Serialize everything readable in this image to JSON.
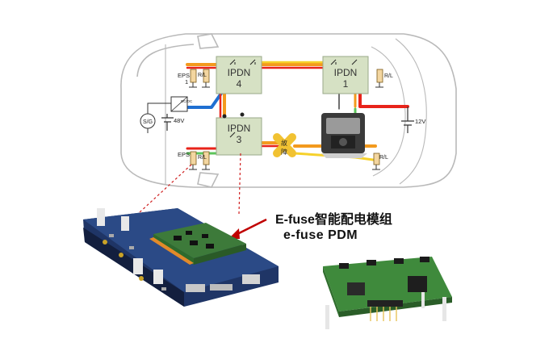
{
  "modules": {
    "ipdn1": {
      "name": "IPDN",
      "num": "1"
    },
    "ipdn3": {
      "name": "IPDN",
      "num": "3"
    },
    "ipdn4": {
      "name": "IPDN",
      "num": "4"
    }
  },
  "loads": {
    "eps_top": "EPS",
    "eps_top_num": "1",
    "eps_mid": "EPS",
    "rl": "R/L"
  },
  "source": {
    "sg": "S/G",
    "v48": "48V",
    "v12": "12V",
    "dcdc": "DC/DC"
  },
  "fault": {
    "char1": "故",
    "char2": "障"
  },
  "callout": {
    "line1": "E-fuse智能配电模组",
    "line2": "e-fuse  PDM"
  },
  "colors": {
    "power_red": "#e8231a",
    "power_orange": "#f39a1e",
    "power_yellow": "#f6d12b",
    "power_blue": "#1f6fd1",
    "power_green": "#5cc55a",
    "ipdn_box": "#d6e1c4",
    "fault_marker": "#f1c232",
    "callout_arrow": "#c00000",
    "pcb_blue": "#243b6e",
    "pcb_green": "#3d7a3a"
  }
}
